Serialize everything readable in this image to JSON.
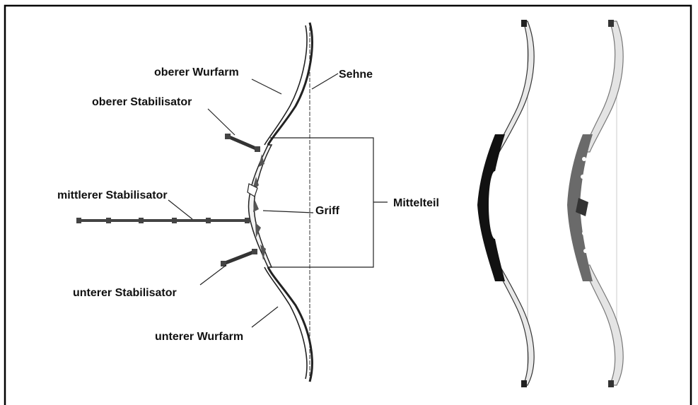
{
  "labels": {
    "upper_limb": "oberer Wurfarm",
    "upper_stabilizer": "oberer Stabilisator",
    "middle_stabilizer": "mittlerer Stabilisator",
    "lower_stabilizer": "unterer Stabilisator",
    "lower_limb": "unterer Wurfarm",
    "string": "Sehne",
    "grip": "Griff",
    "riser": "Mittelteil"
  },
  "colors": {
    "border": "#000000",
    "line": "#222222",
    "limb_light": "#e6e6e6",
    "riser_dark": "#111111",
    "riser_gray": "#555555"
  }
}
